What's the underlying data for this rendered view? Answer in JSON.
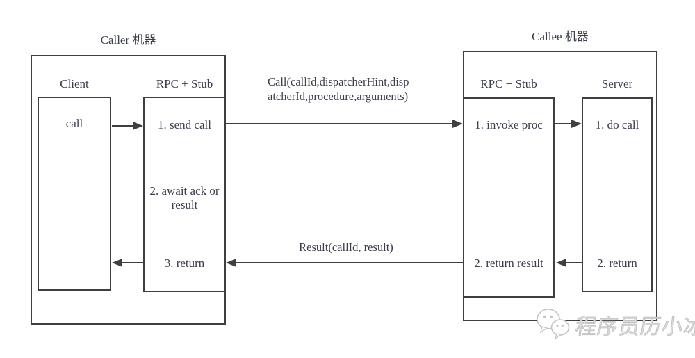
{
  "colors": {
    "line": "#3f3f3f",
    "text": "#3a3e4d",
    "watermark": "#c3c3c3",
    "background": "#ffffff"
  },
  "caller": {
    "title": "Caller 机器",
    "client_label": "Client",
    "rpc_label": "RPC + Stub",
    "client_step": "call",
    "rpc_step1": "1. send call",
    "rpc_step2": "2. await ack or result",
    "rpc_step3": "3. return"
  },
  "callee": {
    "title": "Callee 机器",
    "rpc_label": "RPC + Stub",
    "server_label": "Server",
    "rpc_step1": "1. invoke proc",
    "rpc_step2": "2. return result",
    "server_step1": "1. do call",
    "server_step2": "2. return"
  },
  "messages": {
    "call_request_line1": "Call(callId,dispatcherHint,disp",
    "call_request_line2": "atcherId,procedure,arguments)",
    "result_response": "Result(callId, result)"
  },
  "watermark": {
    "icon": "wechat-chat-bubbles",
    "text": "程序员历小冰"
  }
}
